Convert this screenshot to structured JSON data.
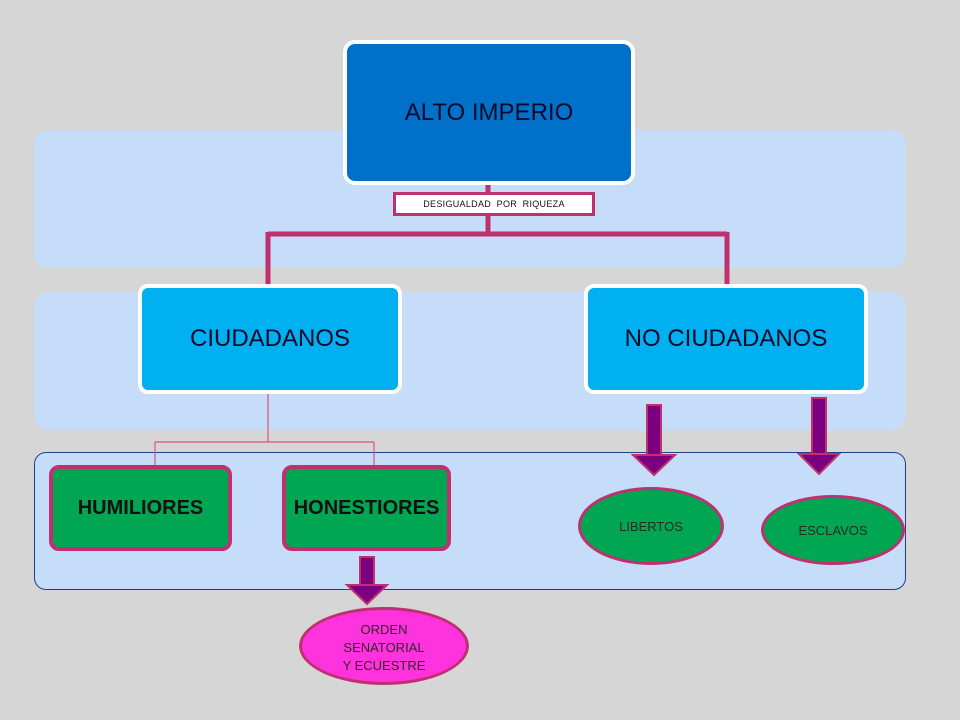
{
  "diagram": {
    "root": "ALTO IMPERIO",
    "connector_label": "DESIGUALDAD  POR  RIQUEZA",
    "left_branch": "CIUDADANOS",
    "right_branch": "NO CIUDADANOS",
    "left_children": [
      "HUMILIORES",
      "HONESTIORES"
    ],
    "honestiores_child": "ORDEN\nSENATORIAL\nY ECUESTRE",
    "right_children": [
      "LIBERTOS",
      "ESCLAVOS"
    ]
  },
  "colors": {
    "background": "#d6d6d6",
    "band": "#c5ddf8",
    "root_fill": "#0070c8",
    "branch_fill": "#00b0f0",
    "leaf_green": "#00a651",
    "leaf_pink": "#ff33dd",
    "connector": "#c0306f",
    "arrow": "#7a0080"
  }
}
